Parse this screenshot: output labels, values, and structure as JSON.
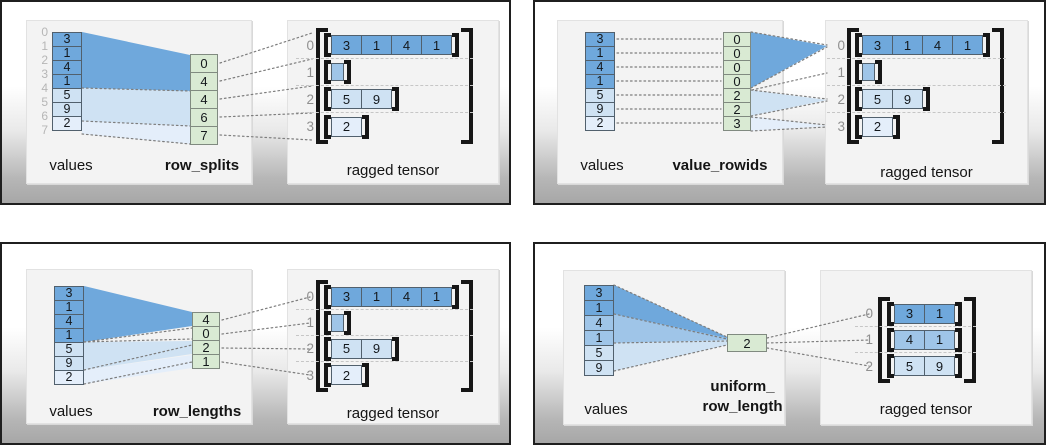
{
  "figure_name": "ragged tensor construction diagram",
  "colors": {
    "dark_blue": "#6fa8dc",
    "medium_blue": "#9fc5e8",
    "light_blue": "#cfe2f3",
    "pale_blue": "#e4eefa",
    "green": "#d9ead3",
    "row_label_gray": "#8f8f8f",
    "index_gray": "#b6b6b6"
  },
  "quadrants": [
    {
      "method": "row_splits",
      "values_label": "values",
      "ragged_label": "ragged tensor",
      "values": [
        "3",
        "1",
        "4",
        "1",
        "5",
        "9",
        "2"
      ],
      "indices": [
        "0",
        "1",
        "2",
        "3",
        "4",
        "5",
        "6",
        "7"
      ],
      "method_cells": [
        "0",
        "4",
        "4",
        "6",
        "7"
      ],
      "rows": [
        {
          "label": "0",
          "cells": [
            "3",
            "1",
            "4",
            "1"
          ]
        },
        {
          "label": "1",
          "cells": []
        },
        {
          "label": "2",
          "cells": [
            "5",
            "9"
          ]
        },
        {
          "label": "3",
          "cells": [
            "2"
          ]
        }
      ]
    },
    {
      "method": "value_rowids",
      "values_label": "values",
      "ragged_label": "ragged tensor",
      "values": [
        "3",
        "1",
        "4",
        "1",
        "5",
        "9",
        "2"
      ],
      "method_cells": [
        "0",
        "0",
        "0",
        "0",
        "2",
        "2",
        "3"
      ],
      "rows": [
        {
          "label": "0",
          "cells": [
            "3",
            "1",
            "4",
            "1"
          ]
        },
        {
          "label": "1",
          "cells": []
        },
        {
          "label": "2",
          "cells": [
            "5",
            "9"
          ]
        },
        {
          "label": "3",
          "cells": [
            "2"
          ]
        }
      ]
    },
    {
      "method": "row_lengths",
      "values_label": "values",
      "ragged_label": "ragged tensor",
      "values": [
        "3",
        "1",
        "4",
        "1",
        "5",
        "9",
        "2"
      ],
      "method_cells": [
        "4",
        "0",
        "2",
        "1"
      ],
      "rows": [
        {
          "label": "0",
          "cells": [
            "3",
            "1",
            "4",
            "1"
          ]
        },
        {
          "label": "1",
          "cells": []
        },
        {
          "label": "2",
          "cells": [
            "5",
            "9"
          ]
        },
        {
          "label": "3",
          "cells": [
            "2"
          ]
        }
      ]
    },
    {
      "method_line1": "uniform_",
      "method_line2": "row_length",
      "values_label": "values",
      "ragged_label": "ragged tensor",
      "values": [
        "3",
        "1",
        "4",
        "1",
        "5",
        "9"
      ],
      "method_cells": [
        "2"
      ],
      "rows": [
        {
          "label": "0",
          "cells": [
            "3",
            "1"
          ]
        },
        {
          "label": "1",
          "cells": [
            "4",
            "1"
          ]
        },
        {
          "label": "2",
          "cells": [
            "5",
            "9"
          ]
        }
      ]
    }
  ]
}
